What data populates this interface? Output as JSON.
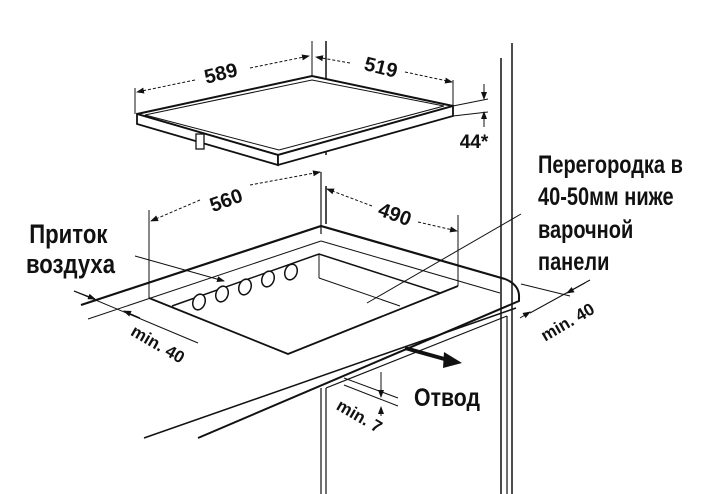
{
  "dimensions": {
    "hob_width": "589",
    "hob_depth": "519",
    "hob_height": "44*",
    "cutout_width": "560",
    "cutout_depth": "490",
    "clearance_left": "min. 40",
    "clearance_right": "min. 40",
    "clearance_bottom": "min. 7"
  },
  "labels": {
    "air_intake_line1": "Приток",
    "air_intake_line2": "воздуха",
    "partition_line1": "Перегородка в",
    "partition_line2": "40-50мм ниже",
    "partition_line3": "варочной",
    "partition_line4": "панели",
    "exhaust": "Отвод"
  }
}
